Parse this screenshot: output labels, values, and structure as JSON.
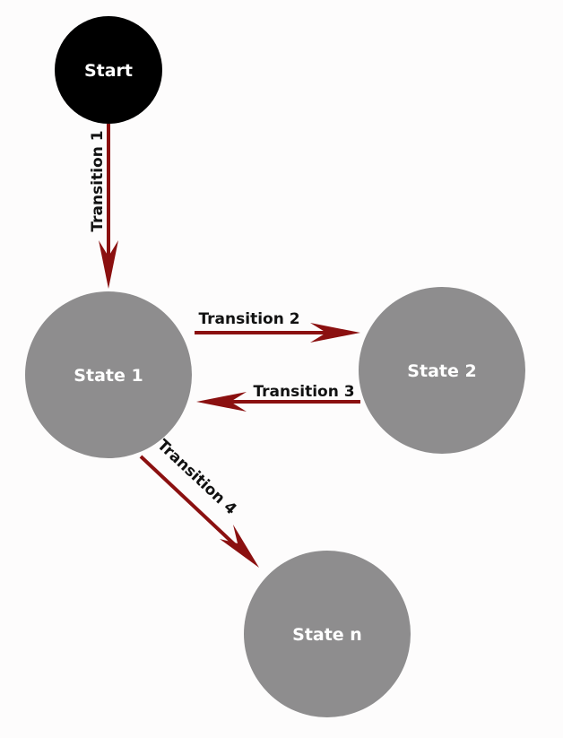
{
  "colors": {
    "start_fill": "#000000",
    "state_fill": "#8e8d8e",
    "arrow": "#8b1010",
    "node_text": "#ffffff",
    "edge_text": "#111111"
  },
  "nodes": {
    "start": "Start",
    "state1": "State 1",
    "state2": "State 2",
    "staten": "State n"
  },
  "transitions": {
    "t1": "Transition 1",
    "t2": "Transition 2",
    "t3": "Transition 3",
    "t4": "Transition 4"
  }
}
